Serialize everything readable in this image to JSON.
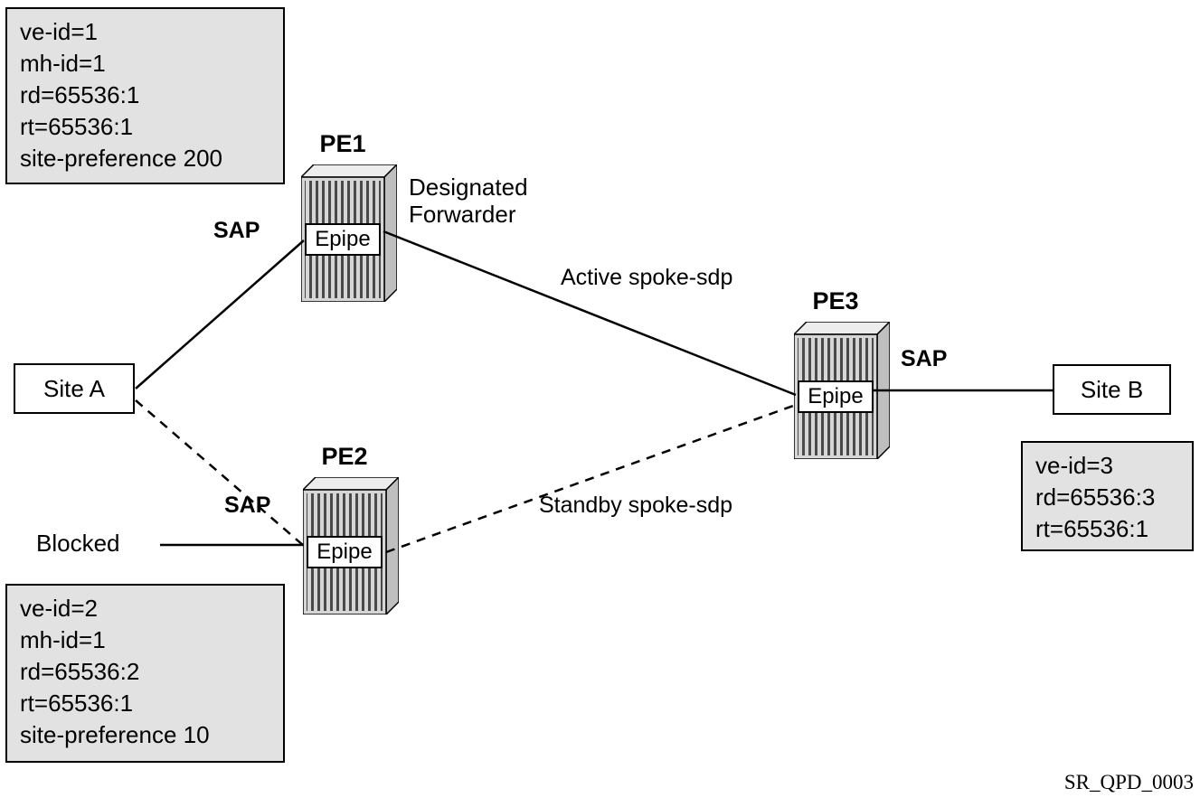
{
  "diagram": {
    "figure_id": "SR_QPD_0003",
    "sites": {
      "site_a": "Site A",
      "site_b": "Site B"
    },
    "routers": {
      "pe1": {
        "name": "PE1",
        "service": "Epipe"
      },
      "pe2": {
        "name": "PE2",
        "service": "Epipe"
      },
      "pe3": {
        "name": "PE3",
        "service": "Epipe"
      }
    },
    "links": {
      "site_a_pe1_label": "SAP",
      "site_a_pe2_label": "SAP",
      "pe3_site_b_label": "SAP",
      "pe1_pe3_label": "Active spoke-sdp",
      "pe2_pe3_label": "Standby spoke-sdp"
    },
    "annotations": {
      "designated_forwarder_line1": "Designated",
      "designated_forwarder_line2": "Forwarder",
      "blocked": "Blocked"
    },
    "infoboxes": {
      "pe1": [
        "ve-id=1",
        "mh-id=1",
        "rd=65536:1",
        "rt=65536:1",
        "site-preference 200"
      ],
      "pe2": [
        "ve-id=2",
        "mh-id=1",
        "rd=65536:2",
        "rt=65536:1",
        "site-preference 10"
      ],
      "pe3": [
        "ve-id=3",
        "rd=65536:3",
        "rt=65536:1"
      ]
    },
    "colors": {
      "infobox_bg": "#e2e2e2",
      "router_front": "#d6d6d6",
      "router_stripe": "#4a4a4a",
      "router_top": "#ededed",
      "router_side": "#bfbfbf",
      "line": "#000000"
    }
  }
}
